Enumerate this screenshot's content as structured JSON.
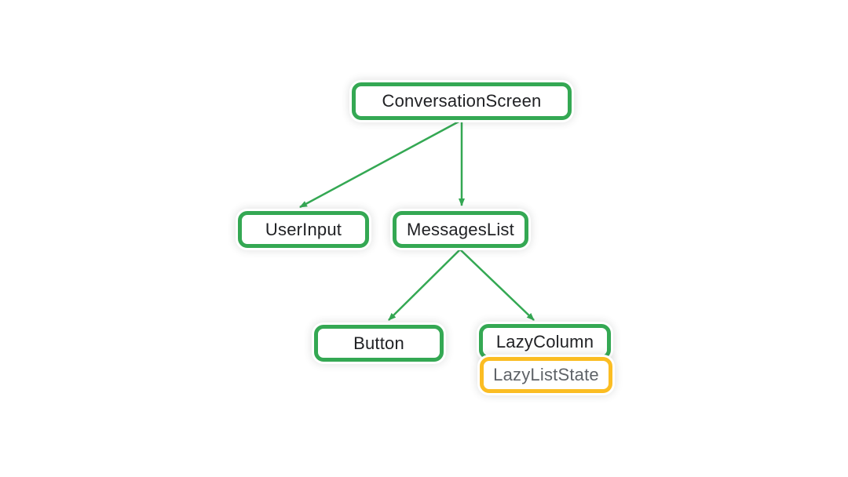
{
  "diagram": {
    "type": "tree",
    "nodes": [
      {
        "id": "conversation-screen",
        "label": "ConversationScreen",
        "border": "green"
      },
      {
        "id": "user-input",
        "label": "UserInput",
        "border": "green"
      },
      {
        "id": "messages-list",
        "label": "MessagesList",
        "border": "green"
      },
      {
        "id": "button",
        "label": "Button",
        "border": "green"
      },
      {
        "id": "lazy-column",
        "label": "LazyColumn",
        "border": "green"
      },
      {
        "id": "lazy-list-state",
        "label": "LazyListState",
        "border": "yellow"
      }
    ],
    "edges": [
      {
        "from": "ConversationScreen",
        "to": "UserInput"
      },
      {
        "from": "ConversationScreen",
        "to": "MessagesList"
      },
      {
        "from": "MessagesList",
        "to": "Button"
      },
      {
        "from": "MessagesList",
        "to": "LazyColumn"
      }
    ],
    "attachments": [
      {
        "parent": "LazyColumn",
        "child": "LazyListState"
      }
    ]
  },
  "colors": {
    "composable_border": "#34A853",
    "state_border": "#FBBD23",
    "arrow": "#34A853",
    "label_text": "#202124",
    "state_text": "#5F6368",
    "background": "#FFFFFF"
  }
}
